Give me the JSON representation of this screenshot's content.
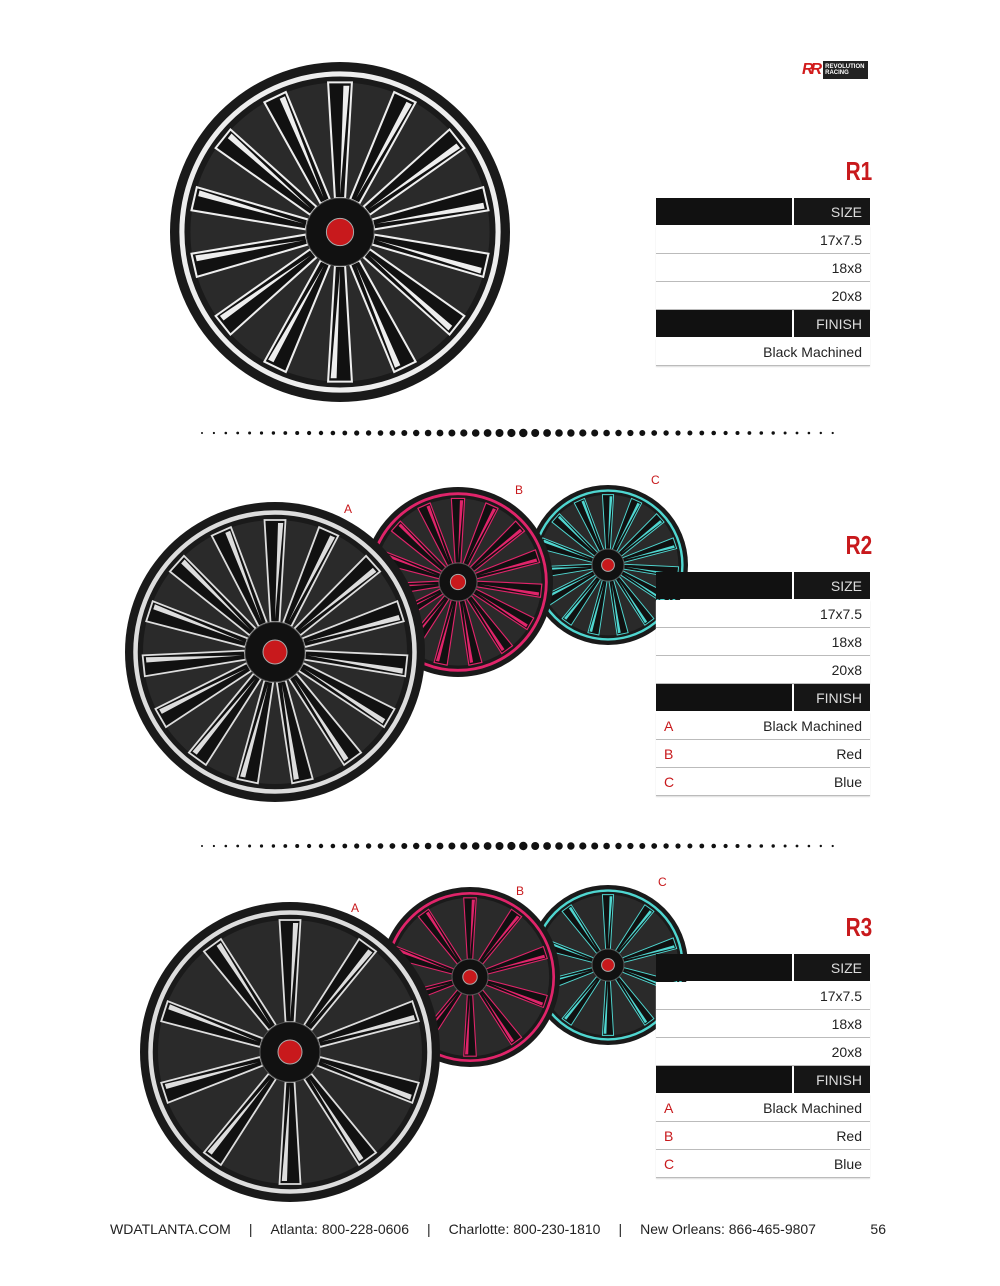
{
  "brand": {
    "logo_mark": "RR",
    "logo_text": "REVOLUTION RACING"
  },
  "colors": {
    "accent": "#c8191c",
    "header": "#111111"
  },
  "products": [
    {
      "name": "R1",
      "size_label": "SIZE",
      "sizes": [
        "17x7.5",
        "18x8",
        "20x8"
      ],
      "finish_label": "FINISH",
      "finishes": [
        {
          "letter": "",
          "name": "Black Machined"
        }
      ]
    },
    {
      "name": "R2",
      "size_label": "SIZE",
      "sizes": [
        "17x7.5",
        "18x8",
        "20x8"
      ],
      "finish_label": "FINISH",
      "finishes": [
        {
          "letter": "A",
          "name": "Black Machined"
        },
        {
          "letter": "B",
          "name": "Red"
        },
        {
          "letter": "C",
          "name": "Blue"
        }
      ],
      "wheel_labels": [
        "A",
        "B",
        "C"
      ]
    },
    {
      "name": "R3",
      "size_label": "SIZE",
      "sizes": [
        "17x7.5",
        "18x8",
        "20x8"
      ],
      "finish_label": "FINISH",
      "finishes": [
        {
          "letter": "A",
          "name": "Black Machined"
        },
        {
          "letter": "B",
          "name": "Red"
        },
        {
          "letter": "C",
          "name": "Blue"
        }
      ],
      "wheel_labels": [
        "A",
        "B",
        "C"
      ]
    }
  ],
  "footer": {
    "site": "WDATLANTA.COM",
    "sep": "|",
    "atlanta": "Atlanta: 800-228-0606",
    "charlotte": "Charlotte: 800-230-1810",
    "new_orleans": "New Orleans: 866-465-9807",
    "page": "56"
  }
}
